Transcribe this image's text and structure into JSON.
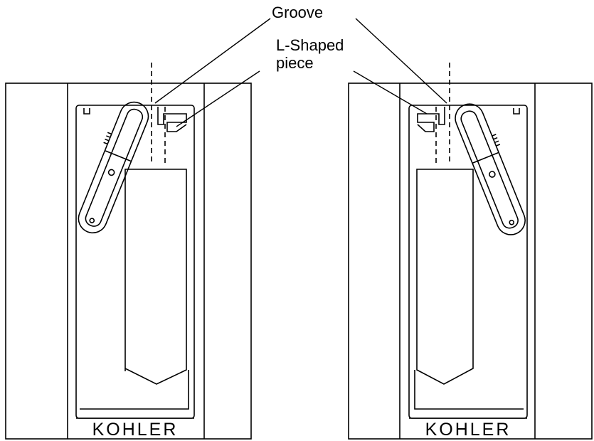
{
  "labels": {
    "groove": "Groove",
    "l_shaped_line1": "L-Shaped",
    "l_shaped_line2": "piece"
  },
  "panels": [
    {
      "brand": "KOHLER",
      "orientation": "left"
    },
    {
      "brand": "KOHLER",
      "orientation": "right"
    }
  ],
  "colors": {
    "ink": "#000000",
    "background": "#ffffff"
  }
}
